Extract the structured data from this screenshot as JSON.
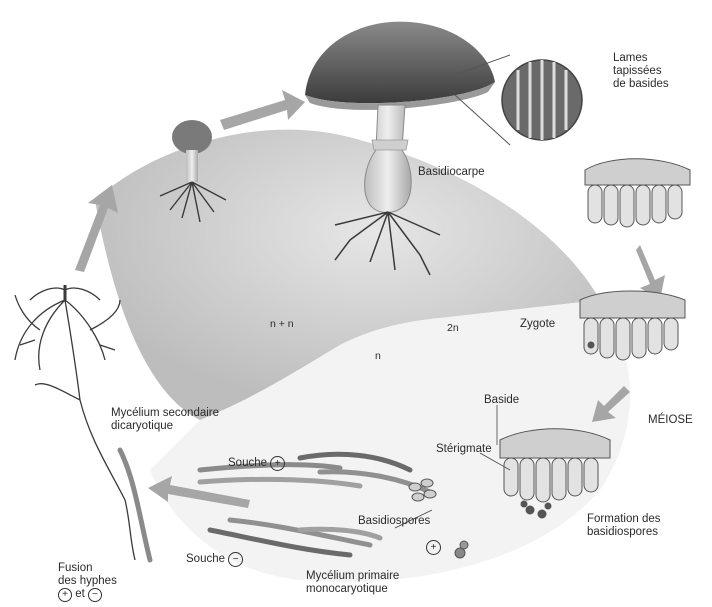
{
  "labels": {
    "lamellae": [
      "Lames",
      "tapissées",
      "de basides"
    ],
    "basidiocarp": "Basidiocarpe",
    "zygote": "Zygote",
    "ploidy_2n": "2n",
    "ploidy_nn": "n + n",
    "ploidy_n": "n",
    "meiosis": "MÉIOSE",
    "baside": "Baside",
    "sterigmate": "Stérigmate",
    "secondary_mycelium": [
      "Mycélium secondaire",
      "dicaryotique"
    ],
    "strain_plus": "Souche",
    "strain_minus": "Souche",
    "basidiospores": "Basidiospores",
    "spore_formation": [
      "Formation des",
      "basidiospores"
    ],
    "primary_mycelium": [
      "Mycélium primaire",
      "monocaryotique"
    ],
    "hyphae_fusion": [
      "Fusion",
      "des hyphes"
    ],
    "fusion_signs": [
      "+",
      "et",
      "−"
    ],
    "sign_plus": "+",
    "sign_minus": "−"
  },
  "colors": {
    "cap": "#5a5a5a",
    "stalk": "#d6d6d6",
    "arrow": "#9a9a9a",
    "shade_dark": "#cfcfcf",
    "shade_light": "#f2f2f2",
    "line": "#3a3a3a"
  }
}
